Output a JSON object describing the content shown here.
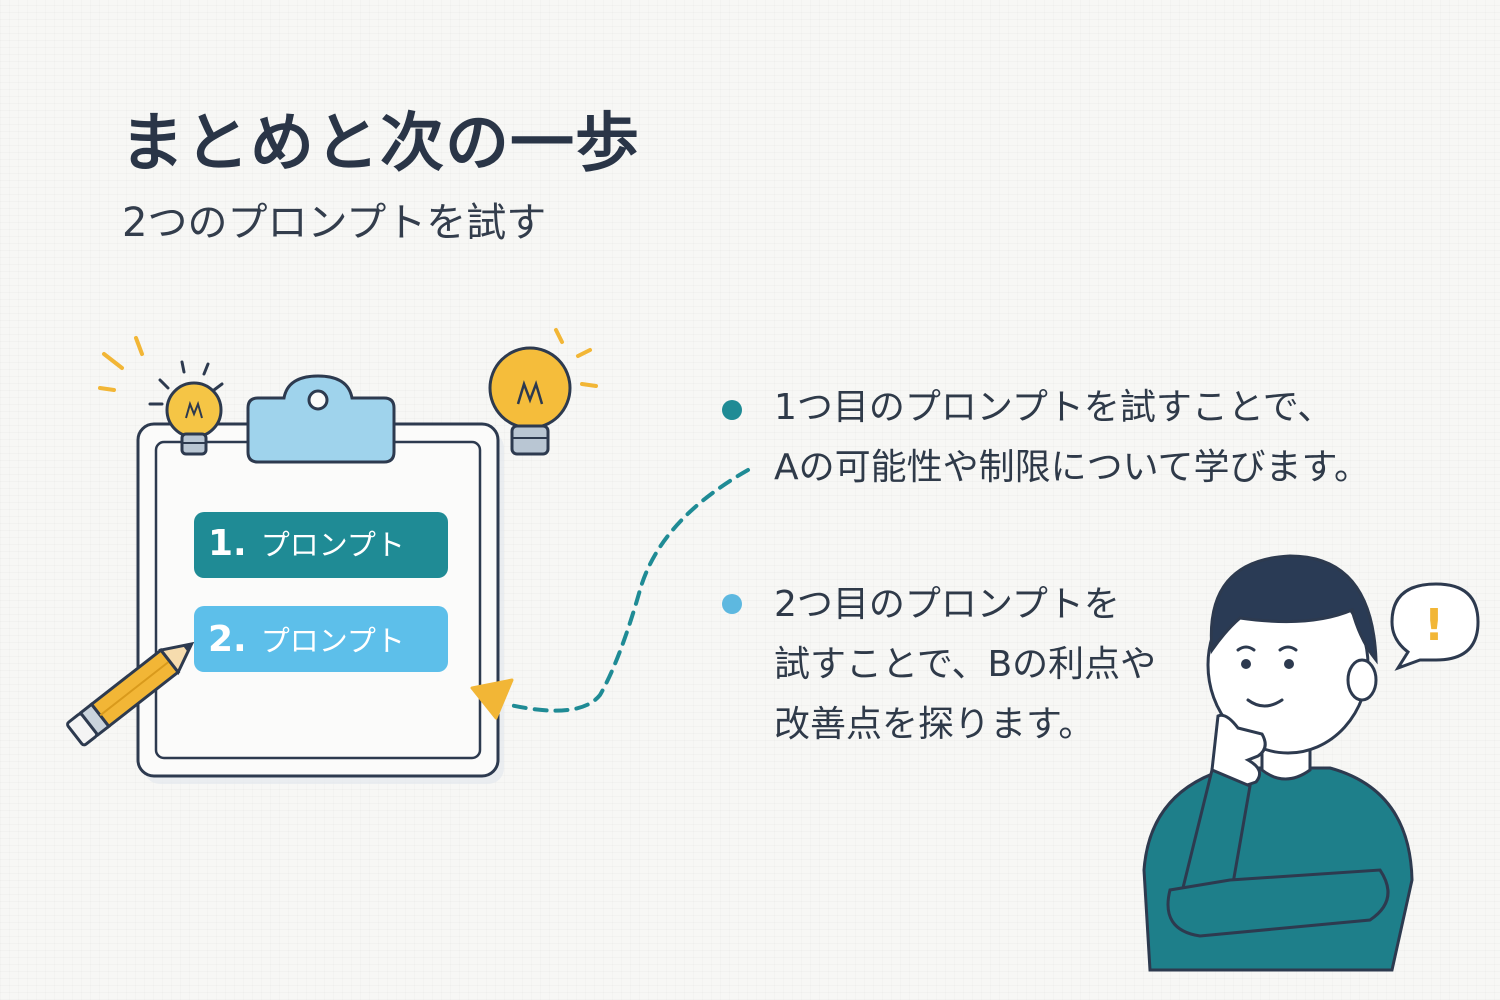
{
  "header": {
    "title": "まとめと次の一歩",
    "subtitle": "2つのプロンプトを試す"
  },
  "clipboard": {
    "items": [
      {
        "number": "1.",
        "label": "プロンプト",
        "color": "#1f8b95"
      },
      {
        "number": "2.",
        "label": "プロンプト",
        "color": "#5dbfea"
      }
    ]
  },
  "points": [
    {
      "lines": [
        "1つ目のプロンプトを試すことで、",
        "Aの可能性や制限について学びます。"
      ],
      "bullet_color": "#1f8b95"
    },
    {
      "lines": [
        "2つ目のプロンプトを",
        "試すことで、Bの利点や",
        "改善点を探ります。"
      ],
      "bullet_color": "#5db8e0"
    }
  ],
  "person": {
    "speech_mark": "!",
    "sweater_color": "#1e7f8a",
    "hair_color": "#2a3b55"
  },
  "icons": [
    "lightbulb-icon",
    "clipboard-icon",
    "pencil-icon",
    "arrow-icon",
    "thinking-person-icon",
    "speech-bubble-icon"
  ],
  "colors": {
    "accent": "#f2b636",
    "teal": "#1f8b95",
    "light_blue": "#5dbfea",
    "ink": "#2a3547"
  }
}
